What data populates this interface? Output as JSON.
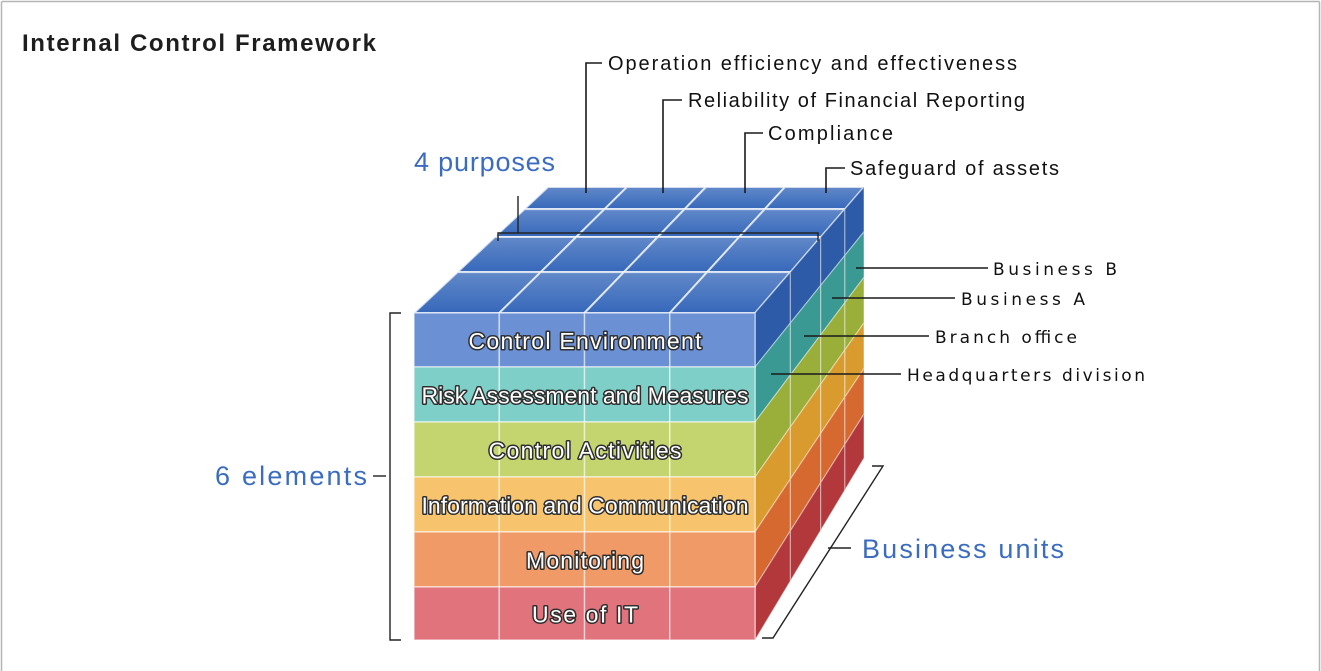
{
  "title": "Internal Control Framework",
  "purposes": {
    "label": "4 purposes",
    "items": [
      "Operation efficiency and effectiveness",
      "Reliability of Financial Reporting",
      "Compliance",
      "Safeguard of assets"
    ]
  },
  "elements": {
    "label": "6 elements",
    "items": [
      {
        "name": "Control Environment",
        "color": "#6b91d4",
        "side_color": "#2d5ba8"
      },
      {
        "name": "Risk Assessment and Measures",
        "color": "#7ecfc8",
        "side_color": "#3a9a93"
      },
      {
        "name": "Control Activities",
        "color": "#c4d56f",
        "side_color": "#9aae3a"
      },
      {
        "name": "Information and Communication",
        "color": "#f7c46d",
        "side_color": "#d99b2d"
      },
      {
        "name": "Monitoring",
        "color": "#f09a68",
        "side_color": "#d5692f"
      },
      {
        "name": "Use of IT",
        "color": "#e0737b",
        "side_color": "#b2383c"
      }
    ]
  },
  "business_units": {
    "label": "Business units",
    "items": [
      "Business B",
      "Business A",
      "Branch office",
      "Headquarters division"
    ]
  },
  "colors": {
    "accent": "#3b6cc0",
    "top_face": "#3668ba"
  }
}
